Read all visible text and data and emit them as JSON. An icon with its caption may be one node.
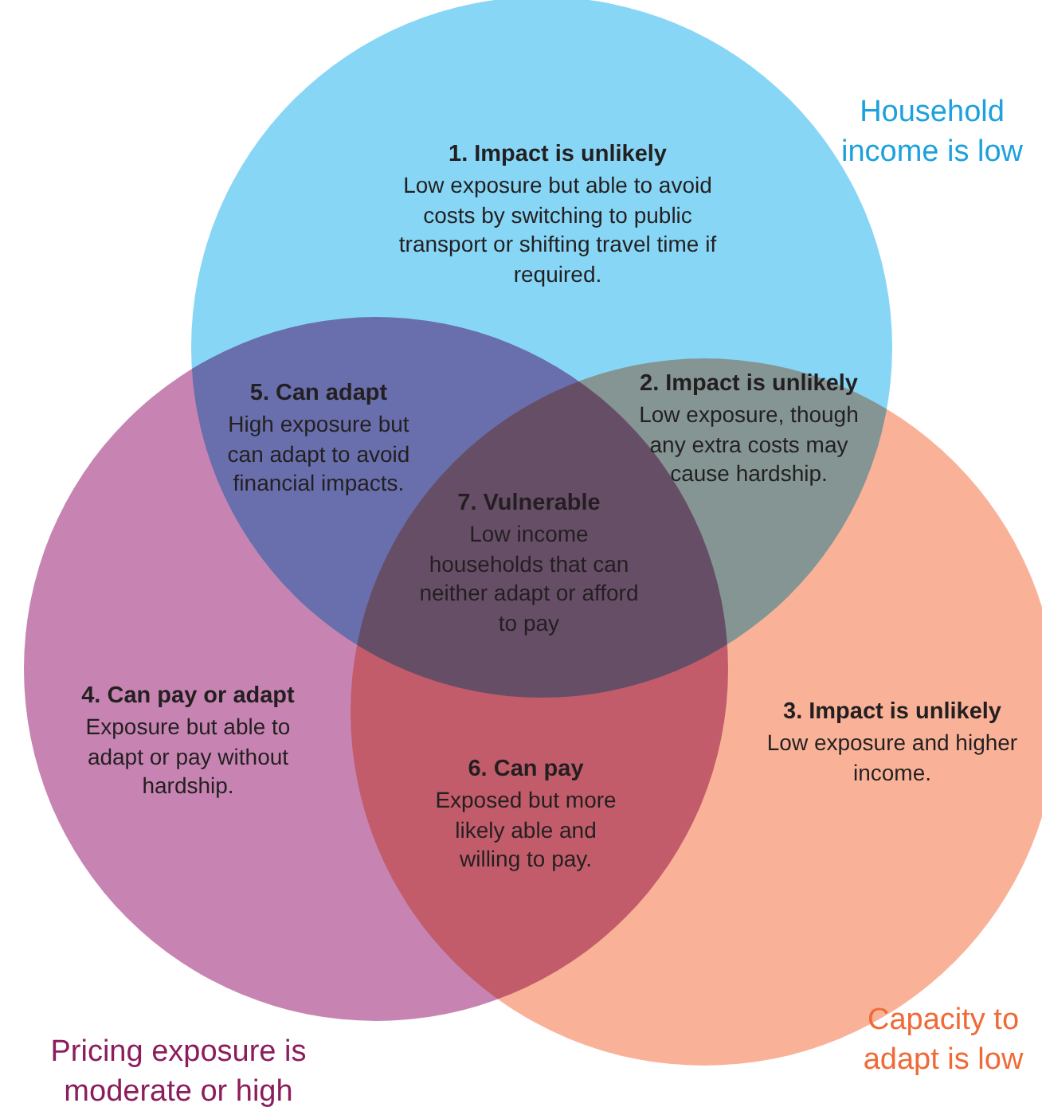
{
  "diagram": {
    "nodes": [
      {
        "text": [
          "Household income is low"
        ]
      },
      {
        "text": [
          "Pricing exposure is moderate or high"
        ]
      },
      {
        "text": [
          "Capacity to adapt is low"
        ]
      },
      {
        "text": [
          "1. Impact is unlikely",
          "Low exposure but able to avoid costs by switching to public transport or shifting travel time if required."
        ],
        "in": 0
      },
      {
        "text": [
          "2. Impact is unlikely",
          "Low exposure, though any extra costs may cause hardship."
        ]
      },
      {
        "text": [
          "3. Impact is unlikely",
          "Low exposure and higher income."
        ],
        "in": 2
      },
      {
        "text": [
          "4. Can pay or adapt",
          "Exposure but able to adapt or pay without hardship."
        ],
        "in": 1
      },
      {
        "text": [
          "5. Can adapt",
          "High exposure but can adapt to avoid financial impacts."
        ]
      },
      {
        "text": [
          "6. Can pay",
          "Exposed but more likely able and willing to pay."
        ]
      },
      {
        "text": [
          "7. Vulnerable",
          "Low income households that can neither adapt or afford to pay"
        ]
      }
    ]
  }
}
